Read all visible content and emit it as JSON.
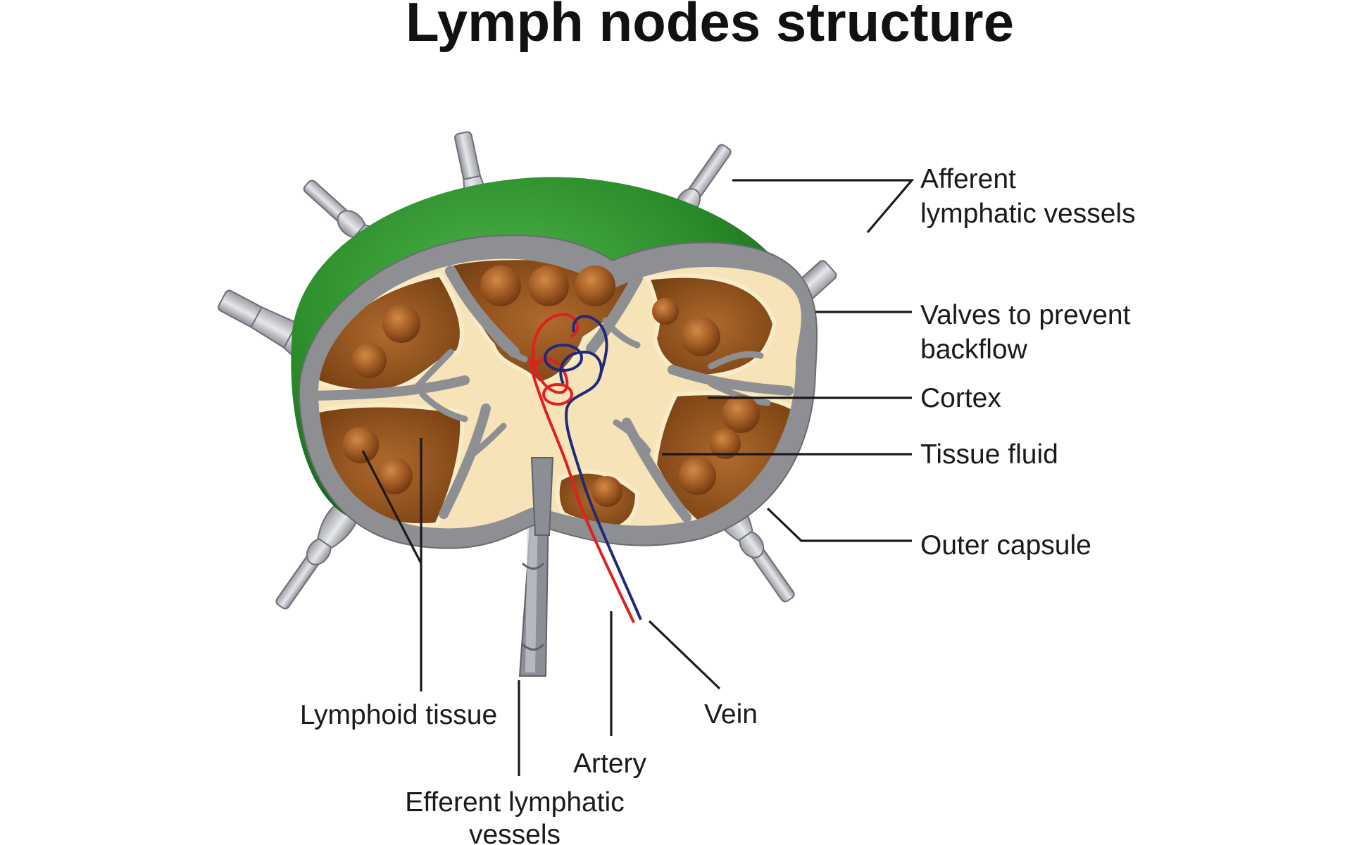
{
  "title": "Lymph nodes structure",
  "labels": {
    "afferent": [
      "Afferent",
      "lymphatic vessels"
    ],
    "valves": [
      "Valves to prevent",
      "backflow"
    ],
    "cortex": "Cortex",
    "tissue_fluid": "Tissue fluid",
    "outer_capsule": "Outer capsule",
    "lymphoid_tissue": "Lymphoid tissue",
    "vein": "Vein",
    "artery": "Artery",
    "efferent": [
      "Efferent lymphatic",
      "vessels"
    ]
  },
  "colors": {
    "capsule_green": "#2e8f2e",
    "capsule_grey": "#8e8f92",
    "lymphoid_brown": "#8a4f1e",
    "tissue_cream": "#f6e4b8",
    "vessel_grey": "#b4b6bd",
    "artery_red": "#e02020",
    "vein_blue": "#1f2a7a"
  }
}
